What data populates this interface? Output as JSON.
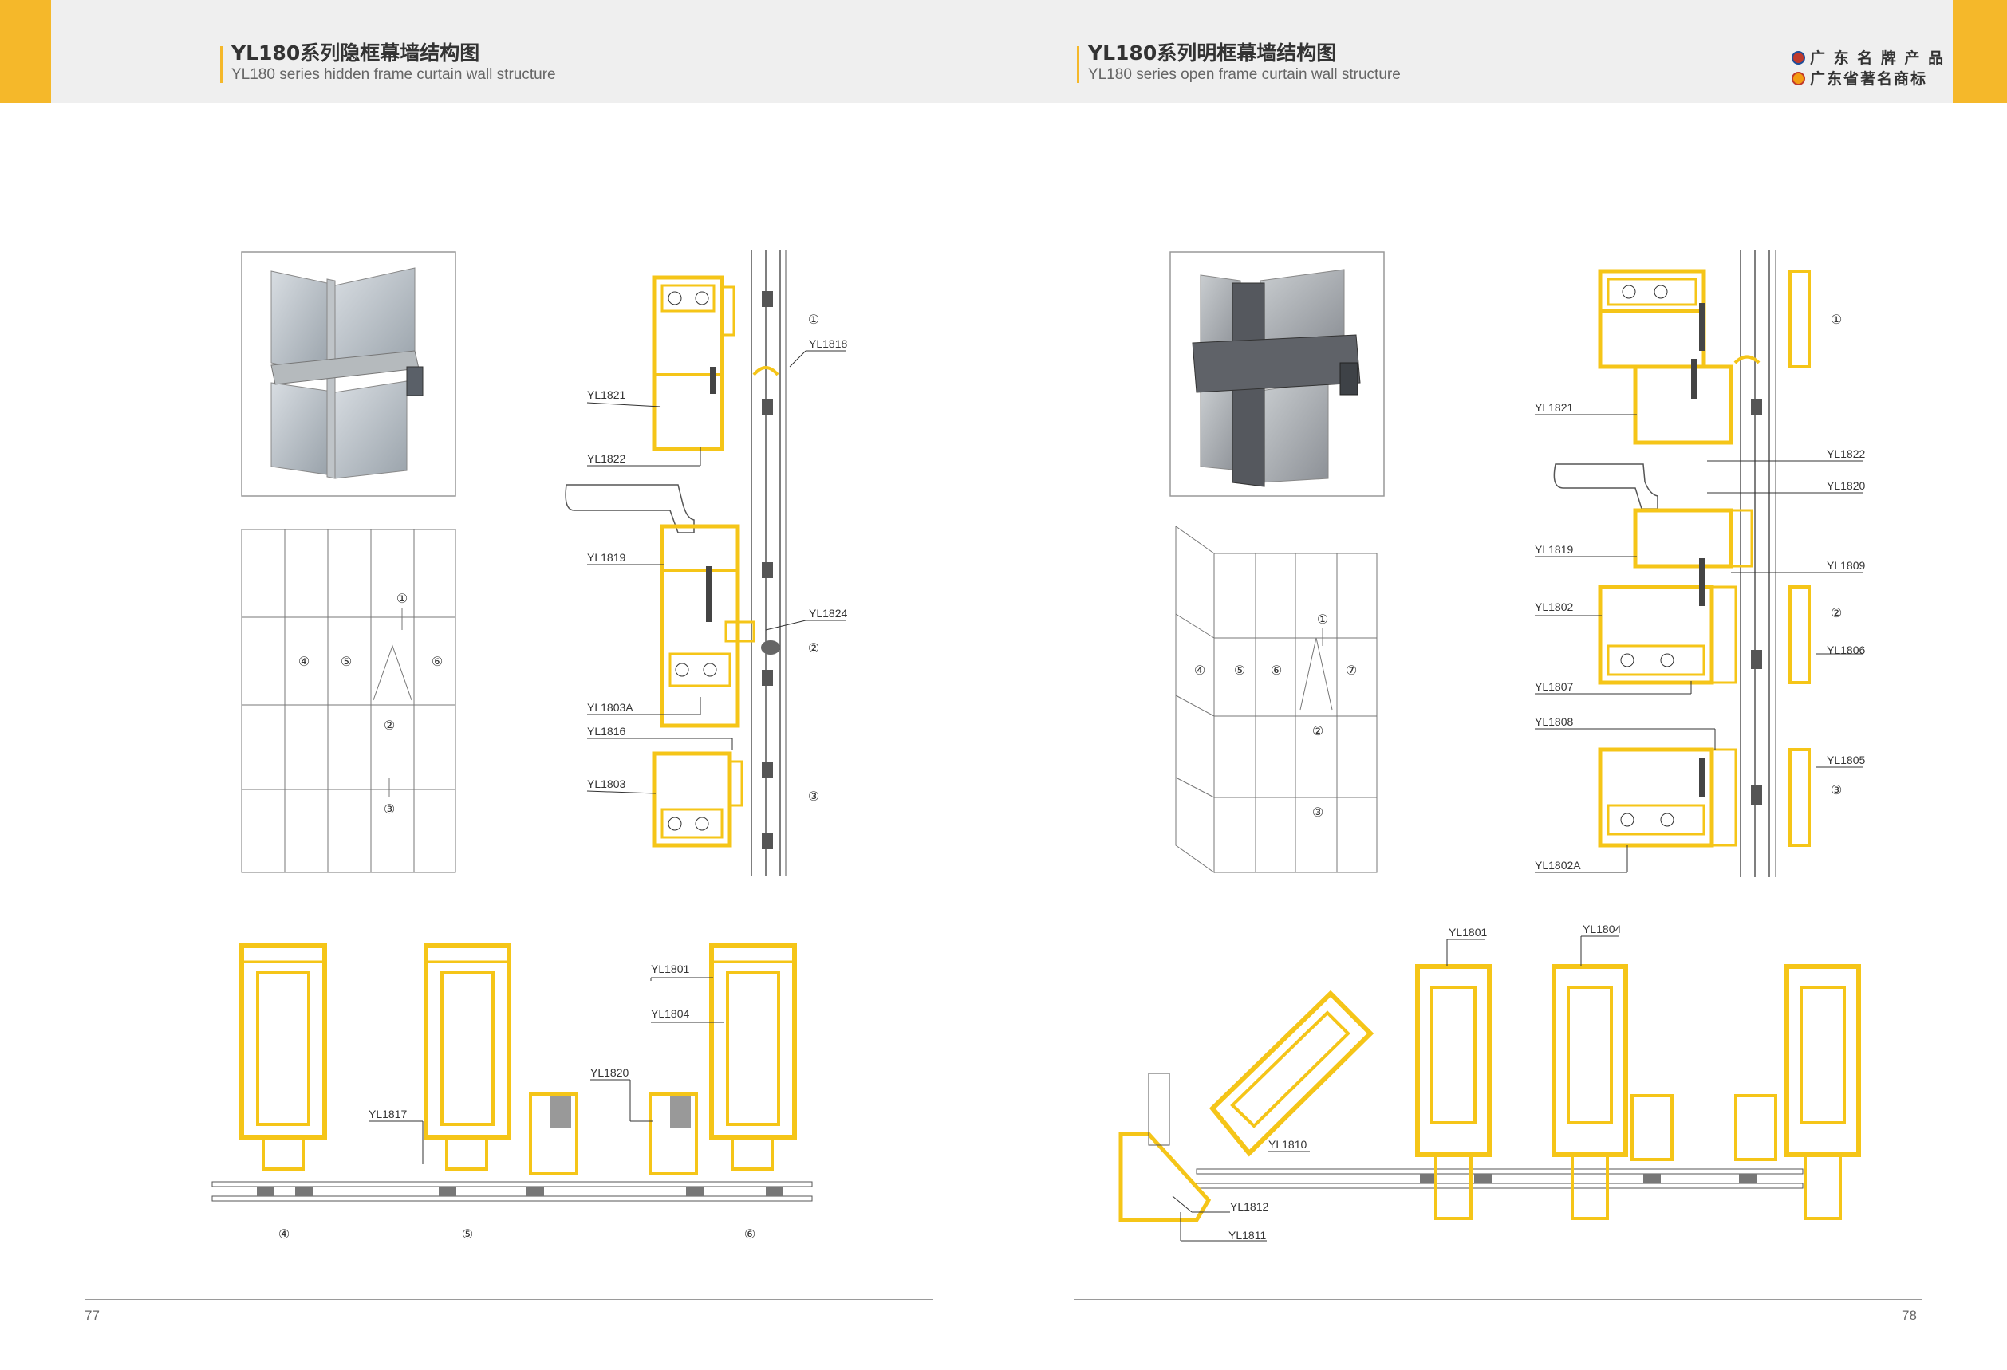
{
  "left": {
    "title_zh": "YL180系列隐框幕墙结构图",
    "title_en": "YL180 series hidden frame curtain wall structure",
    "page_number": "77",
    "elevation_marks": [
      "①",
      "④",
      "⑤",
      "⑥",
      "②",
      "③"
    ],
    "section_labels": [
      "YL1818",
      "YL1821",
      "YL1822",
      "YL1819",
      "YL1824",
      "YL1803A",
      "YL1816",
      "YL1803"
    ],
    "section_marks": [
      "①",
      "②",
      "③"
    ],
    "bottom_labels": [
      "YL1801",
      "YL1804",
      "YL1820",
      "YL1817"
    ],
    "bottom_marks": [
      "④",
      "⑤",
      "⑥"
    ]
  },
  "right": {
    "title_zh": "YL180系列明框幕墙结构图",
    "title_en": "YL180 series open frame curtain wall structure",
    "page_number": "78",
    "elevation_marks": [
      "①",
      "④",
      "⑤",
      "⑥",
      "⑦",
      "②",
      "③"
    ],
    "section_labels": [
      "YL1821",
      "YL1822",
      "YL1820",
      "YL1819",
      "YL1809",
      "YL1802",
      "YL1806",
      "YL1807",
      "YL1808",
      "YL1805",
      "YL1802A"
    ],
    "section_marks": [
      "①",
      "②",
      "③"
    ],
    "bottom_labels": [
      "YL1801",
      "YL1804",
      "YL1810",
      "YL1812",
      "YL1811"
    ]
  },
  "brand": {
    "line1": "广 东 名 牌 产 品",
    "line2": "广东省著名商标"
  },
  "colors": {
    "accent": "#f5b82a",
    "profile": "#f5c518",
    "header_bg": "#efefef"
  }
}
